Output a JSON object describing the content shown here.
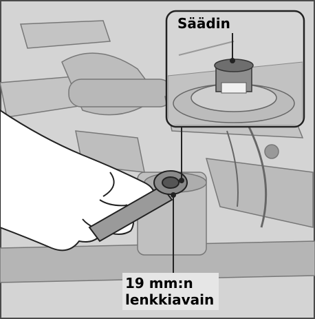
{
  "labels": {
    "adjuster": "Säädin",
    "wrench_line1": "19 mm:n",
    "wrench_line2": "lenkkiavain"
  },
  "colors": {
    "background_gray": "#cfcfcf",
    "frame_border": "#4a4a4a",
    "label_box": "#e6e6e6",
    "hand_fill": "#ffffff",
    "line": "#222222"
  }
}
